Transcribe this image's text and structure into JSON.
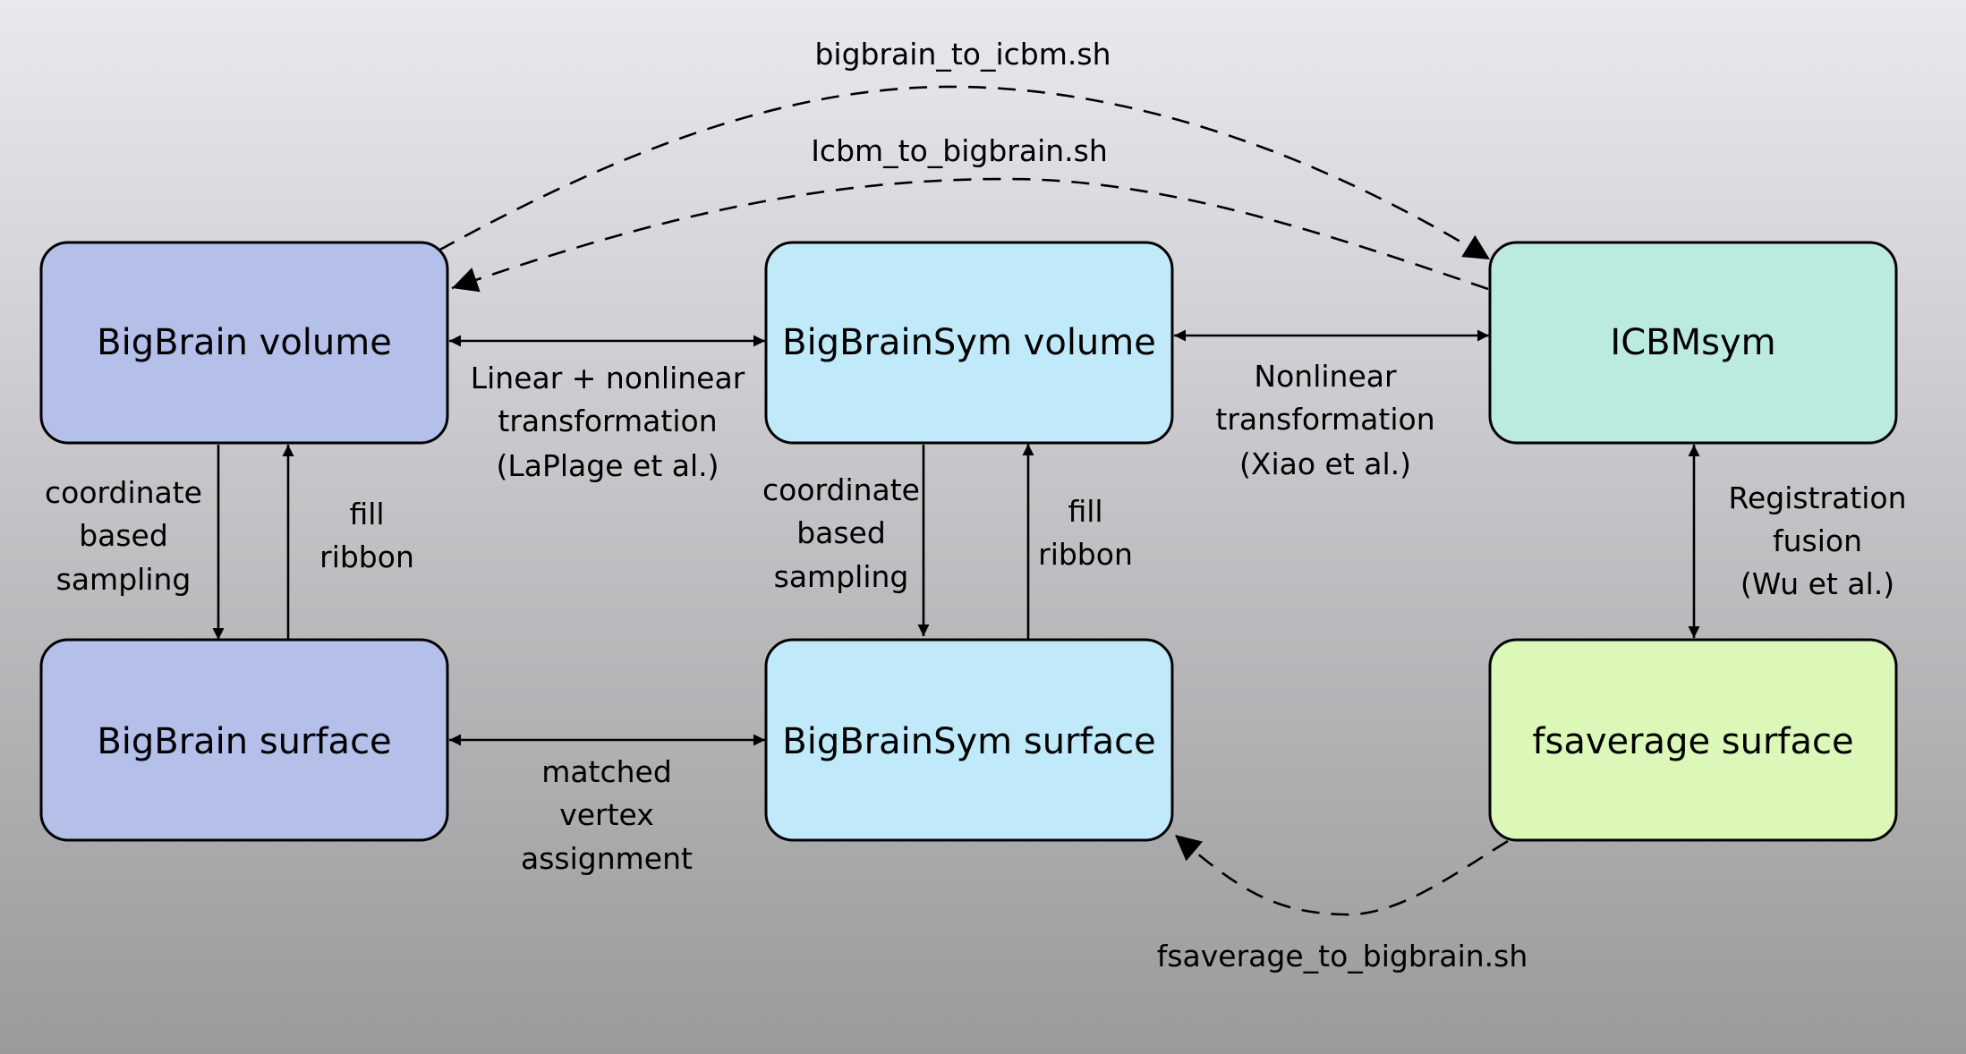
{
  "nodes": {
    "bigbrain_volume": {
      "label": "BigBrain volume",
      "color": "#b4bfea"
    },
    "bigbrainsym_volume": {
      "label": "BigBrainSym volume",
      "color": "#c0eafa"
    },
    "icbmsym": {
      "label": "ICBMsym",
      "color": "#bbebe0"
    },
    "bigbrain_surface": {
      "label": "BigBrain surface",
      "color": "#b4bfea"
    },
    "bigbrainsym_surface": {
      "label": "BigBrainSym surface",
      "color": "#c0eafa"
    },
    "fsaverage_surface": {
      "label": "fsaverage surface",
      "color": "#dbf8b8"
    }
  },
  "edges": {
    "bigbrain_to_icbm": {
      "label": "bigbrain_to_icbm.sh"
    },
    "icbm_to_bigbrain": {
      "label": "Icbm_to_bigbrain.sh"
    },
    "linear_nonlinear": {
      "lines": [
        "Linear + nonlinear",
        "transformation",
        "(LaPlage et al.)"
      ]
    },
    "nonlinear": {
      "lines": [
        "Nonlinear",
        "transformation",
        "(Xiao et al.)"
      ]
    },
    "coord_sampling_left": {
      "lines": [
        "coordinate",
        "based",
        "sampling"
      ]
    },
    "fill_ribbon_left": {
      "lines": [
        "fill",
        "ribbon"
      ]
    },
    "coord_sampling_mid": {
      "lines": [
        "coordinate",
        "based",
        "sampling"
      ]
    },
    "fill_ribbon_mid": {
      "lines": [
        "fill",
        "ribbon"
      ]
    },
    "registration_fusion": {
      "lines": [
        "Registration",
        "fusion",
        "(Wu et al.)"
      ]
    },
    "matched_vertex": {
      "lines": [
        "matched",
        "vertex",
        "assignment"
      ]
    },
    "fsaverage_to_bigbrain": {
      "label": "fsaverage_to_bigbrain.sh"
    }
  }
}
